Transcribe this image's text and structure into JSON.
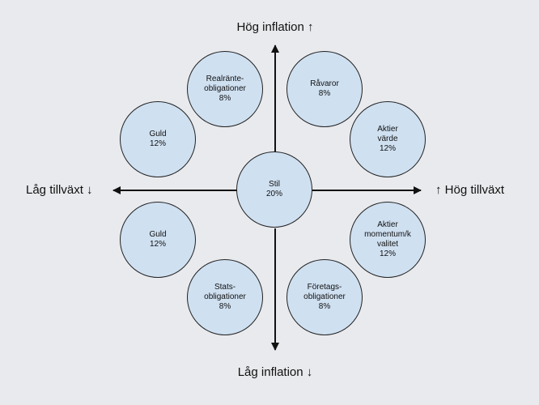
{
  "axes": {
    "top": "Hög inflation ↑",
    "bottom": "Låg inflation ↓",
    "left": "Låg tillväxt ↓",
    "right": "↑ Hög tillväxt"
  },
  "nodes": {
    "center": {
      "name": "Stil",
      "weight": "20%"
    },
    "realrante": {
      "line1": "Realränte-",
      "line2": "obligationer",
      "weight": "8%"
    },
    "ravaror": {
      "name": "Råvaror",
      "weight": "8%"
    },
    "guld_upper": {
      "name": "Guld",
      "weight": "12%"
    },
    "aktier_varde": {
      "line1": "Aktier",
      "line2": "värde",
      "weight": "12%"
    },
    "guld_lower": {
      "name": "Guld",
      "weight": "12%"
    },
    "aktier_momentum": {
      "line1": "Aktier",
      "line2": "momentum/k",
      "line3": "valitet",
      "weight": "12%"
    },
    "stats": {
      "line1": "Stats-",
      "line2": "obligationer",
      "weight": "8%"
    },
    "foretags": {
      "line1": "Företags-",
      "line2": "obligationer",
      "weight": "8%"
    }
  }
}
